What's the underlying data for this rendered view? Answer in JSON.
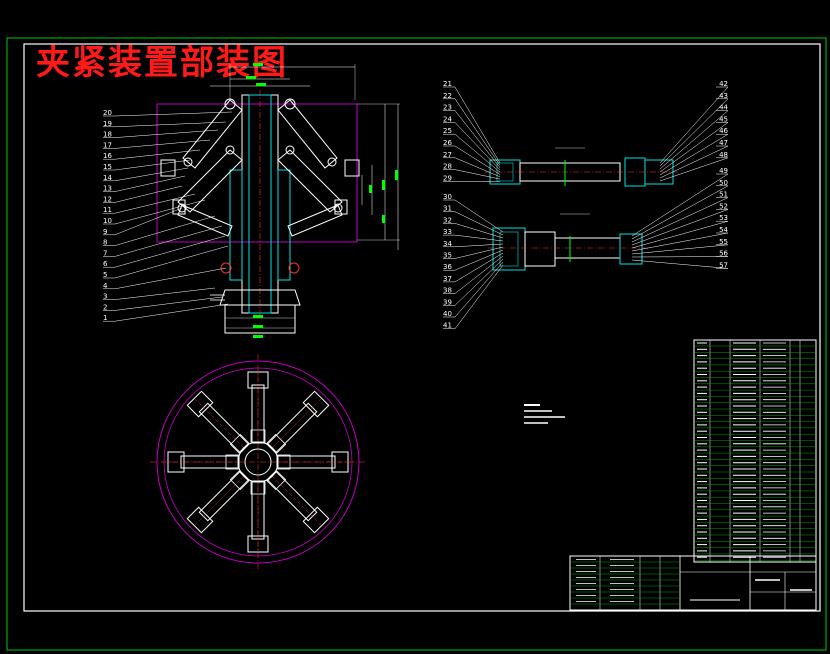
{
  "title": "夹紧装置部装图",
  "colors": {
    "background": "#000000",
    "frame": "#00c800",
    "title": "#ff1a1a",
    "outline": "#ffffff",
    "magenta": "#c000c0",
    "cyan": "#00e0e0",
    "red": "#ff3030",
    "green": "#00ff00"
  },
  "left_callouts": [
    "20",
    "19",
    "18",
    "17",
    "16",
    "15",
    "14",
    "13",
    "12",
    "11",
    "10",
    "9",
    "8",
    "7",
    "6",
    "5",
    "4",
    "3",
    "2",
    "1"
  ],
  "right_top_left_callouts": [
    "21",
    "22",
    "23",
    "24",
    "25",
    "26",
    "27",
    "28",
    "29"
  ],
  "right_top_right_callouts": [
    "42",
    "43",
    "44",
    "45",
    "46",
    "47",
    "48"
  ],
  "right_bottom_left_callouts": [
    "30",
    "31",
    "32",
    "33",
    "34",
    "35",
    "36",
    "37",
    "38",
    "39",
    "40",
    "41"
  ],
  "right_bottom_right_callouts": [
    "49",
    "50",
    "51",
    "52",
    "53",
    "54",
    "55",
    "56",
    "57"
  ]
}
